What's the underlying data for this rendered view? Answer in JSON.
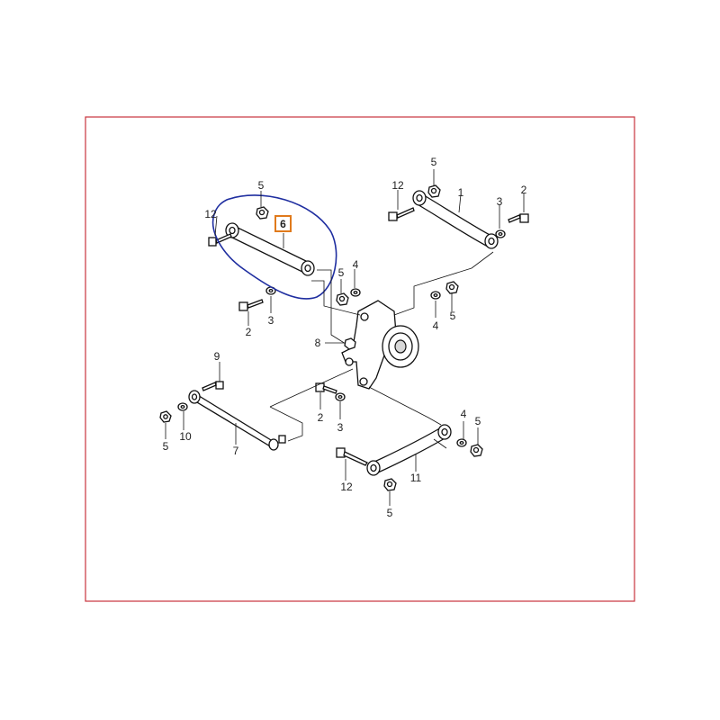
{
  "diagram": {
    "frame_color": "#c8323c",
    "highlight_color": "#1f2ea0",
    "selected_color": "#e07a1c",
    "selected_part": "6",
    "labels": {
      "l1": "1",
      "l2a": "2",
      "l2b": "2",
      "l2c": "2",
      "l3a": "3",
      "l3b": "3",
      "l3c": "3",
      "l4a": "4",
      "l4b": "4",
      "l4c": "4",
      "l5a": "5",
      "l5b": "5",
      "l5c": "5",
      "l5d": "5",
      "l5e": "5",
      "l5f": "5",
      "l5g": "5",
      "l7": "7",
      "l8": "8",
      "l9": "9",
      "l10": "10",
      "l11": "11",
      "l12a": "12",
      "l12b": "12",
      "l12c": "12"
    }
  }
}
